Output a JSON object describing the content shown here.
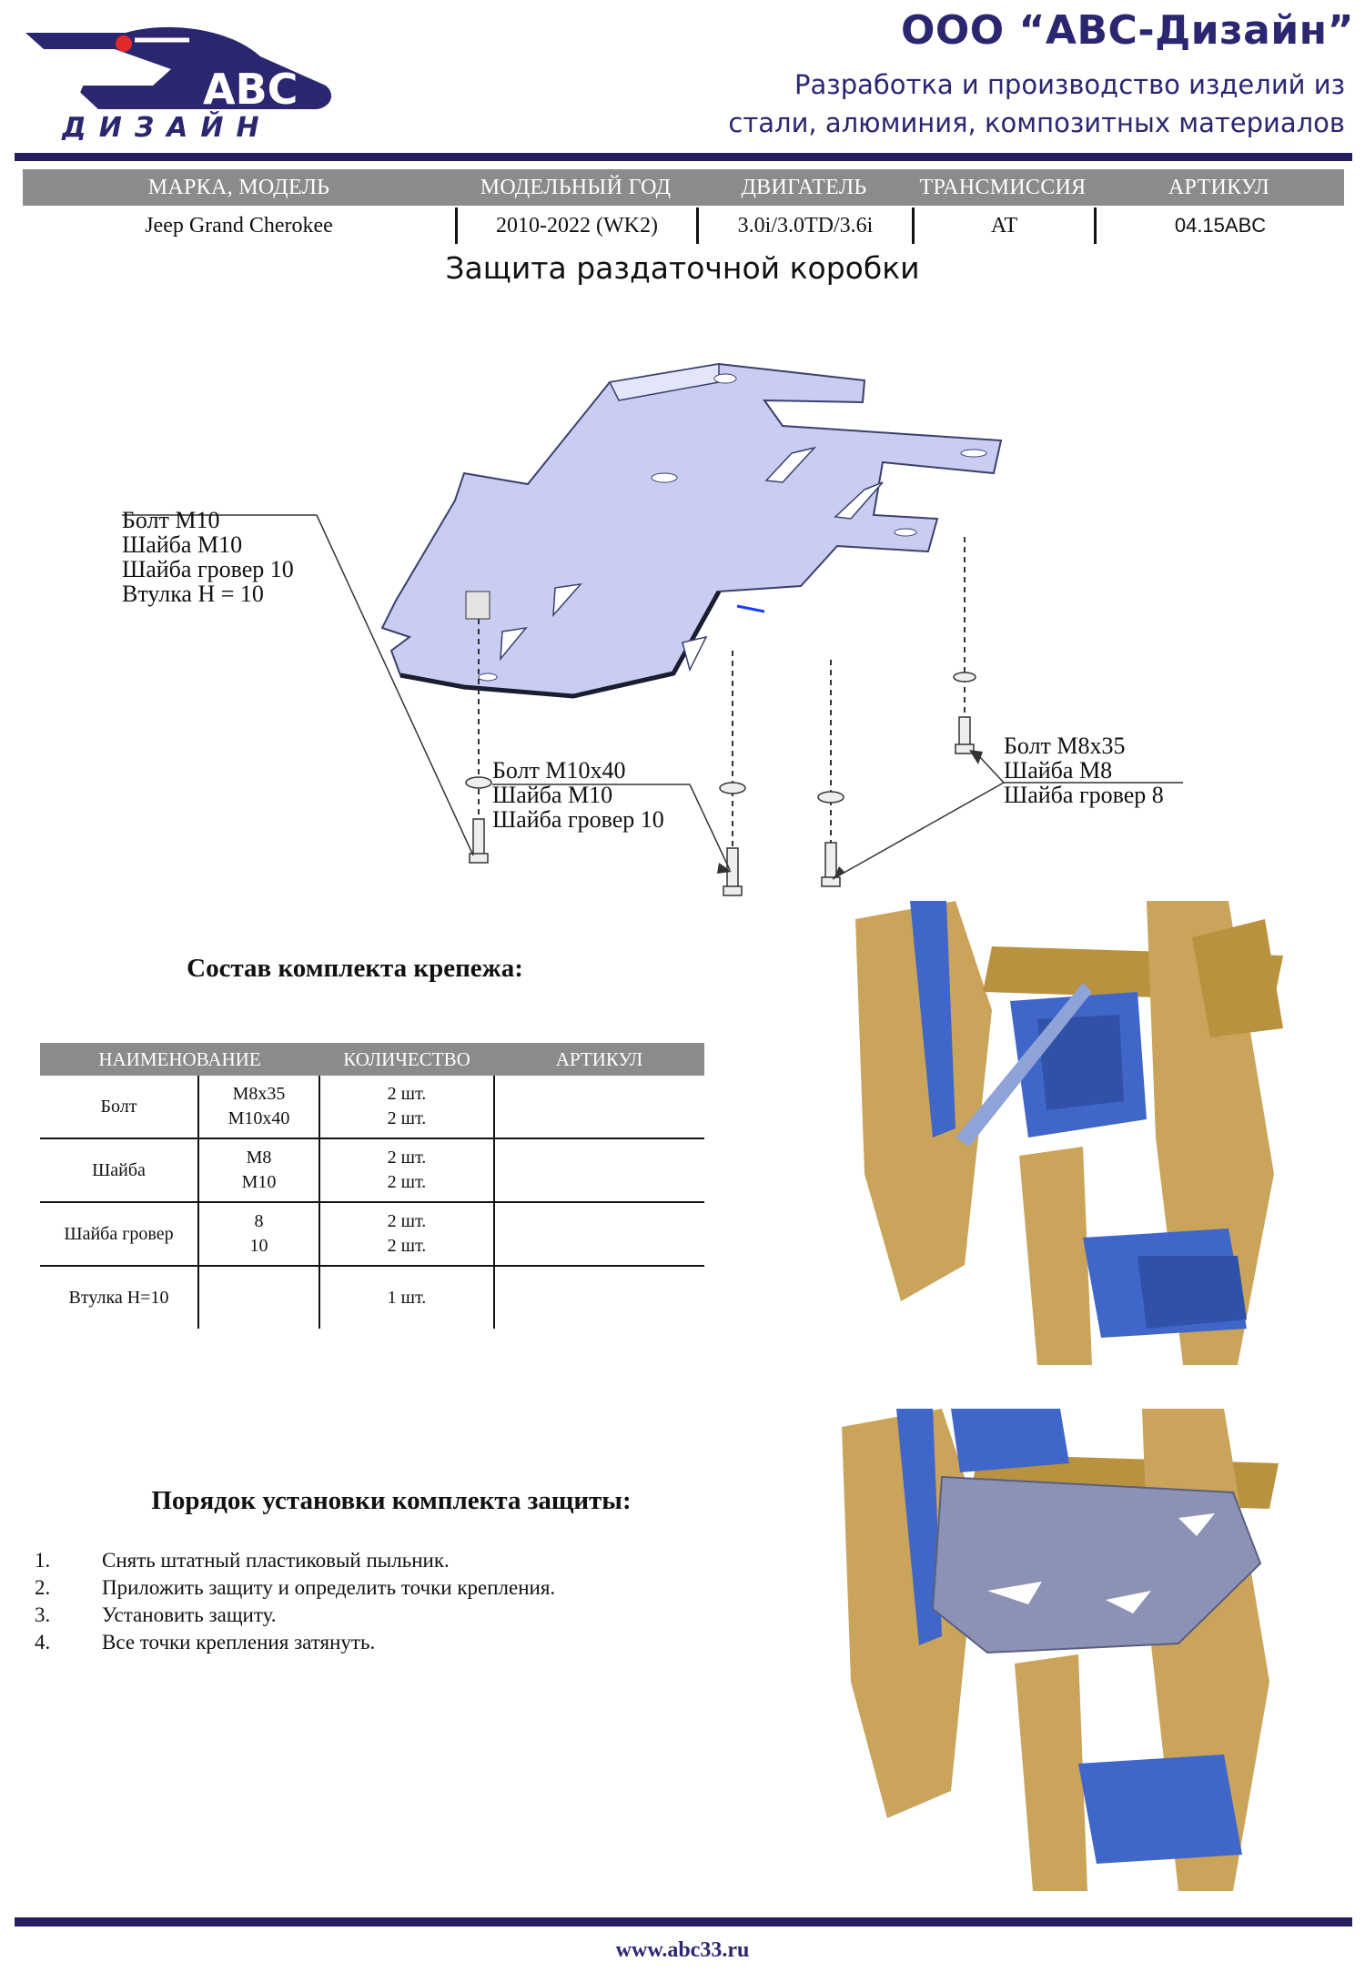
{
  "header": {
    "logo_text": "ABC",
    "logo_subtext": "ДИЗАЙН",
    "company": "ООО “АВС-Дизайн”",
    "tagline_line1": "Разработка и производство изделий из",
    "tagline_line2": "стали, алюминия, композитных материалов"
  },
  "spec": {
    "headers": [
      "МАРКА, МОДЕЛЬ",
      "МОДЕЛЬНЫЙ ГОД",
      "ДВИГАТЕЛЬ",
      "ТРАНСМИССИЯ",
      "АРТИКУЛ"
    ],
    "values": [
      "Jeep Grand Cherokee",
      "2010-2022 (WK2)",
      "3.0i/3.0TD/3.6i",
      "AT",
      "04.15ABC"
    ]
  },
  "document_title": "Защита раздаточной коробки",
  "callouts": {
    "left_top": [
      "Болт М10",
      "Шайба М10",
      "Шайба гровер 10",
      "Втулка Н = 10"
    ],
    "center": [
      "Болт М10х40",
      "Шайба М10",
      "Шайба гровер 10"
    ],
    "right": [
      "Болт М8х35",
      "Шайба М8",
      "Шайба гровер 8"
    ]
  },
  "kit": {
    "title": "Состав комплекта крепежа:",
    "headers": [
      "НАИМЕНОВАНИЕ",
      "КОЛИЧЕСТВО",
      "АРТИКУЛ"
    ],
    "rows": [
      {
        "name": "Болт",
        "size1": "М8х35",
        "size2": "М10х40",
        "qty1": "2 шт.",
        "qty2": "2 шт."
      },
      {
        "name": "Шайба",
        "size1": "М8",
        "size2": "М10",
        "qty1": "2 шт.",
        "qty2": "2 шт."
      },
      {
        "name": "Шайба гровер",
        "size1": "8",
        "size2": "10",
        "qty1": "2 шт.",
        "qty2": "2 шт."
      },
      {
        "name": "Втулка Н=10",
        "size1": "",
        "size2": "",
        "qty1": "1 шт.",
        "qty2": ""
      }
    ]
  },
  "install": {
    "title": "Порядок установки комплекта защиты:",
    "steps": [
      {
        "num": "1.",
        "text": "Снять штатный пластиковый пыльник."
      },
      {
        "num": "2.",
        "text": "Приложить защиту и определить точки крепления."
      },
      {
        "num": "3.",
        "text": "Установить защиту."
      },
      {
        "num": "4.",
        "text": "Все точки крепления затянуть."
      }
    ]
  },
  "colors": {
    "brand_navy": "#2b2670",
    "header_gray": "#8b8b8b",
    "plate_blue": "#c9cdf2",
    "scan_gold": "#c9a45a",
    "scan_blue": "#3f66c8"
  },
  "footer": {
    "website": "www.abc33.ru"
  }
}
